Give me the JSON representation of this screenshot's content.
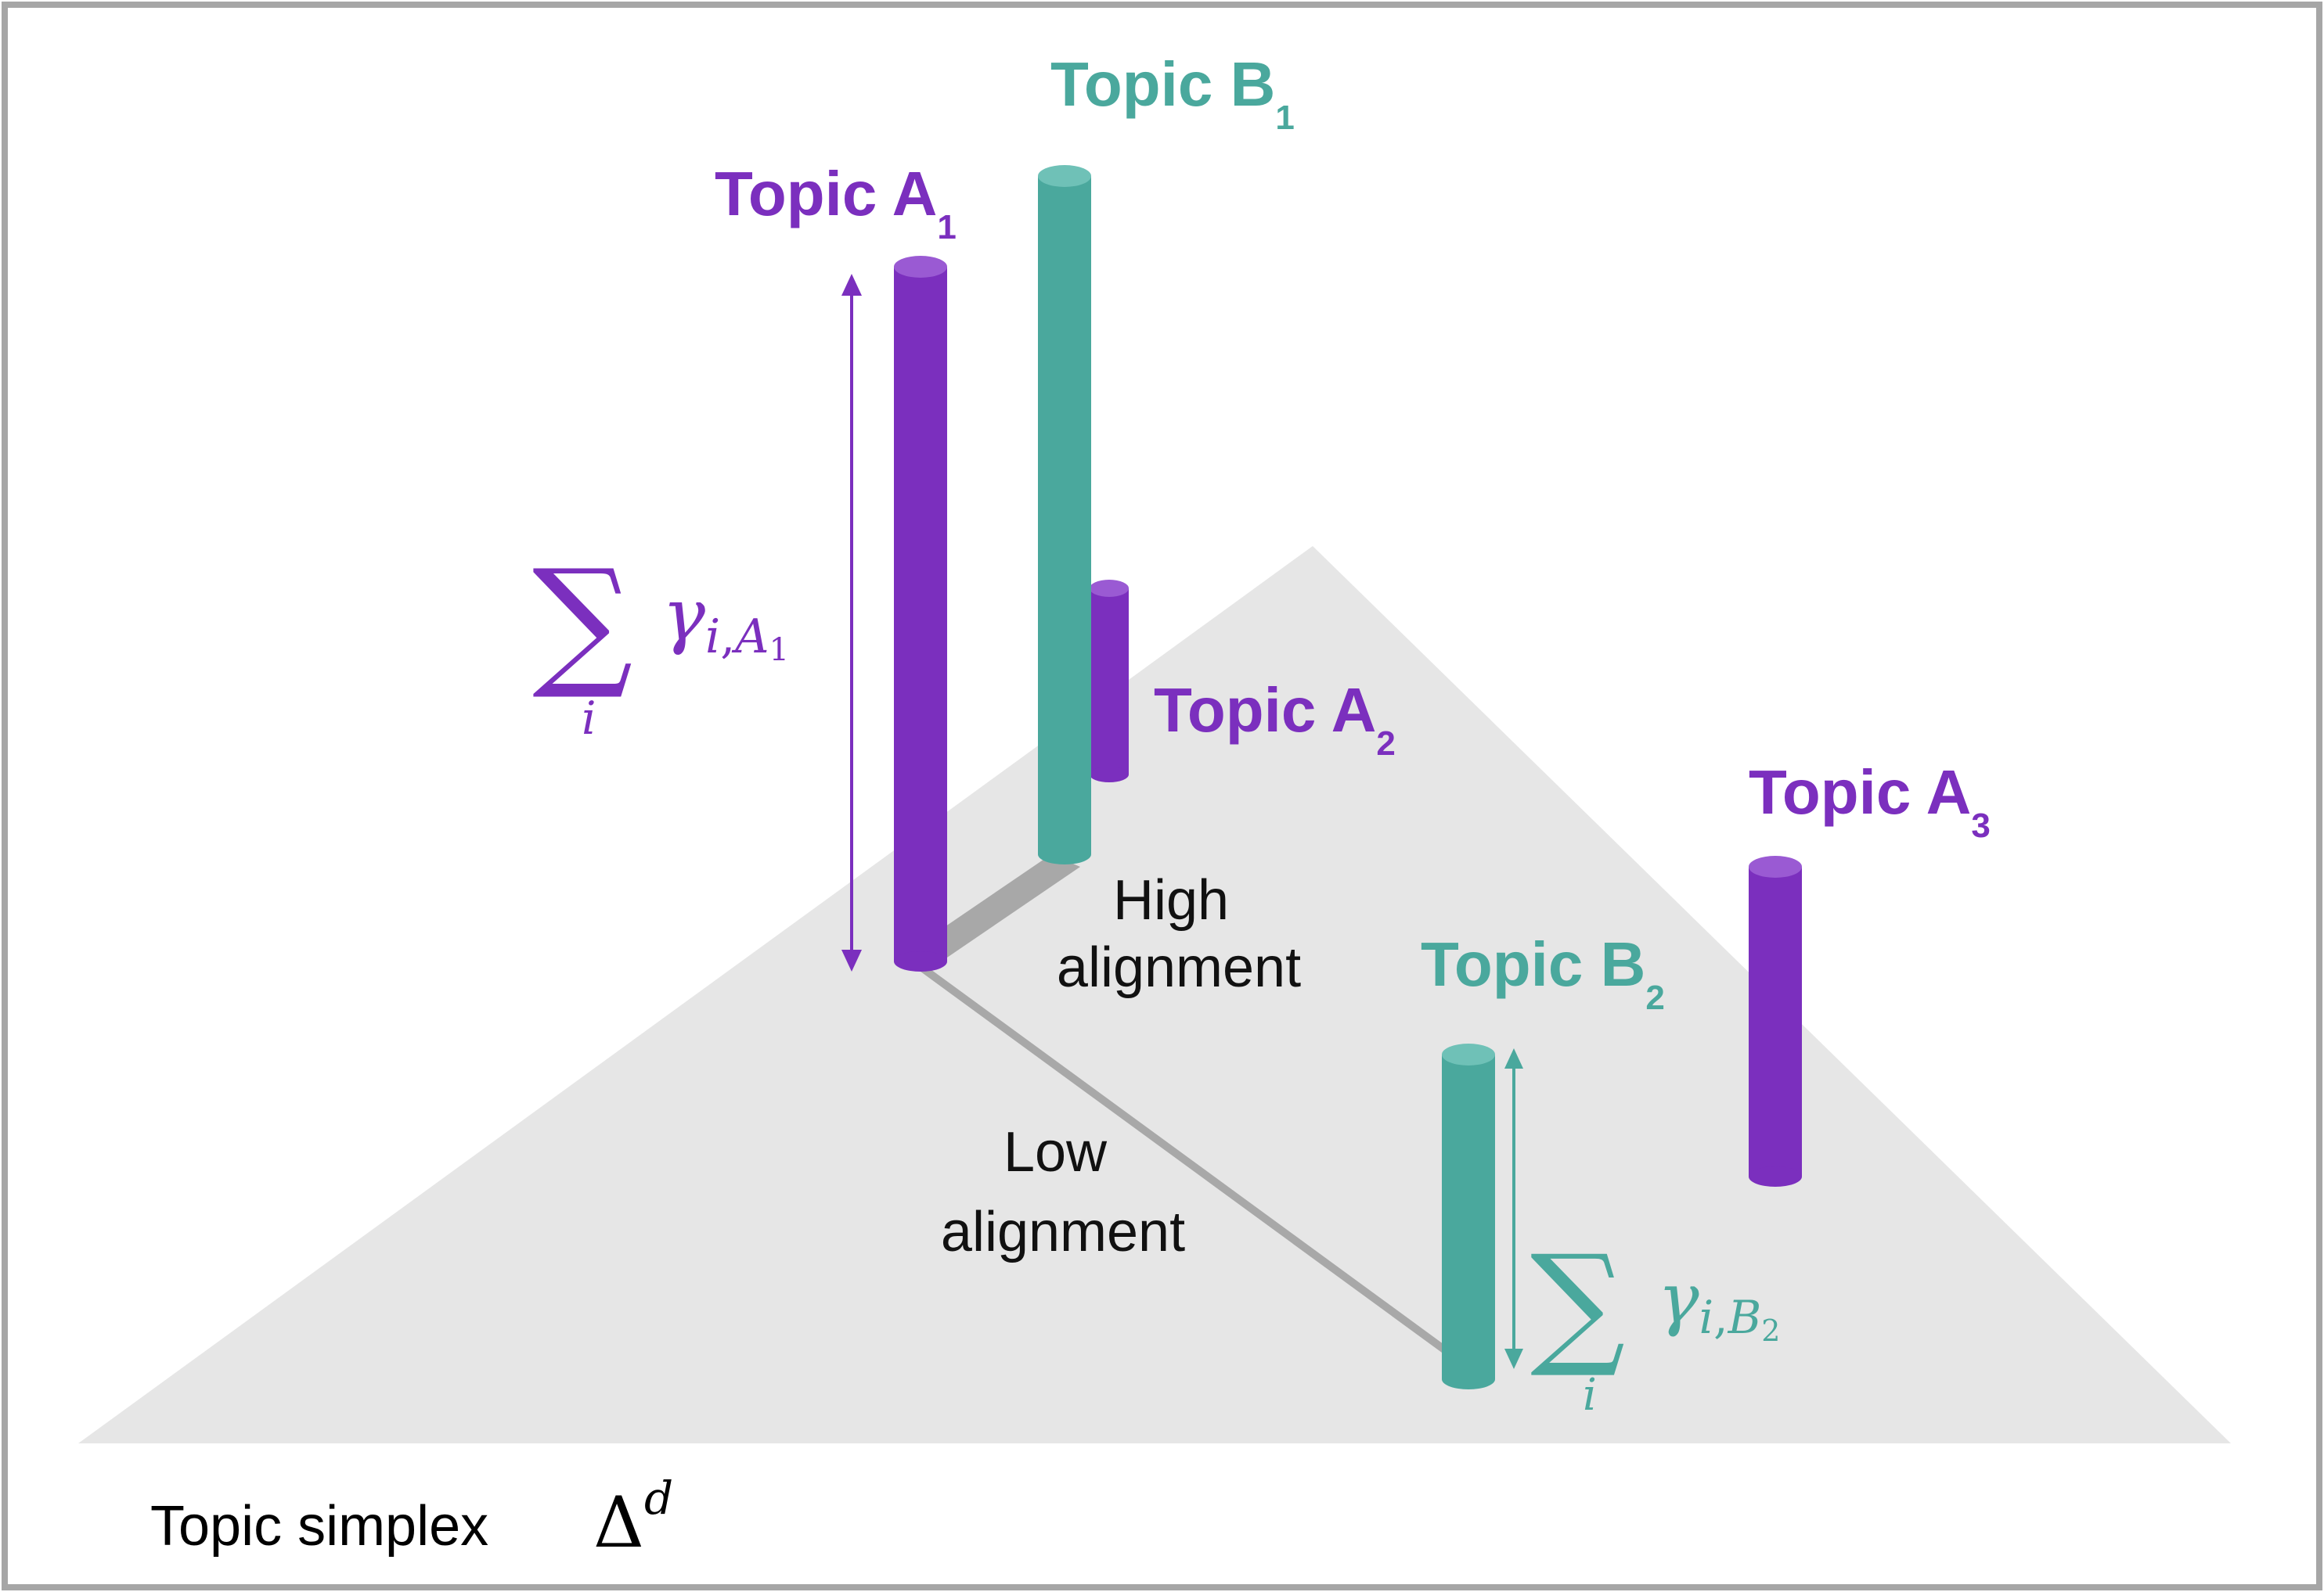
{
  "colors": {
    "purple": "#7b2fbe",
    "purple_top": "#9a5ad3",
    "teal": "#4aa89d",
    "teal_top": "#6fc1b7",
    "simplex_fill": "#e6e6e6",
    "connector": "#a8a8a8",
    "frame": "#a6a6a6",
    "text": "#111111"
  },
  "topics": {
    "a1": {
      "name": "Topic A",
      "sub": "1"
    },
    "a2": {
      "name": "Topic A",
      "sub": "2"
    },
    "a3": {
      "name": "Topic A",
      "sub": "3"
    },
    "b1": {
      "name": "Topic B",
      "sub": "1"
    },
    "b2": {
      "name": "Topic B",
      "sub": "2"
    }
  },
  "alignment": {
    "high_line1": "High",
    "high_line2": "alignment",
    "low_line1": "Low",
    "low_line2": "alignment"
  },
  "formulas": {
    "sum_a1": {
      "sum_symbol": "∑",
      "gamma": "γ",
      "index": "i",
      "sep": ",",
      "topic": "A",
      "topic_sub": "1"
    },
    "sum_b2": {
      "sum_symbol": "∑",
      "gamma": "γ",
      "index": "i",
      "sep": ",",
      "topic": "B",
      "topic_sub": "2"
    }
  },
  "simplex_label": {
    "text": "Topic simplex",
    "symbol": "Δ",
    "superscript": "d"
  }
}
